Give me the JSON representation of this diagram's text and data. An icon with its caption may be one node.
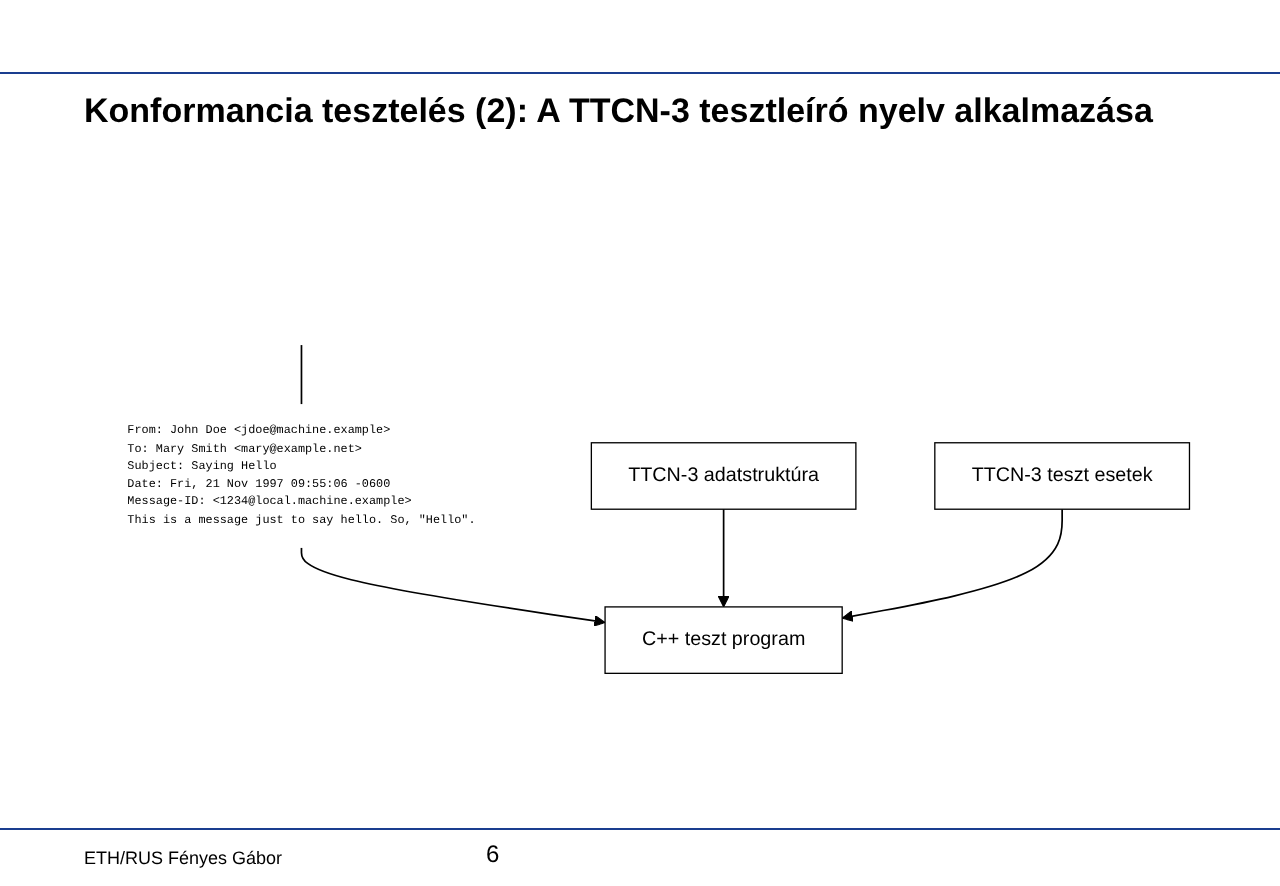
{
  "diagram": {
    "title": "Konformancia tesztelés (2): A TTCN-3 tesztleíró nyelv alkalmazása",
    "nodes": [
      {
        "text": [
          "From: John Doe <jdoe@machine.example>",
          "To: Mary Smith <mary@example.net>",
          "Subject: Saying Hello",
          "Date: Fri, 21 Nov 1997 09:55:06 -0600",
          "Message-ID: <1234@local.machine.example>",
          "This is a message just to say hello. So, \"Hello\"."
        ]
      },
      {
        "text": [
          "TTCN-3 adatstruktúra"
        ]
      },
      {
        "text": [
          "C++ teszt program"
        ]
      },
      {
        "text": [
          "TTCN-3 teszt esetek"
        ]
      }
    ],
    "edges": [
      {
        "from": null,
        "to": 0,
        "arrow": "none"
      },
      {
        "from": 0,
        "to": 2,
        "arrow": "to"
      },
      {
        "from": 1,
        "to": 2,
        "arrow": "to"
      },
      {
        "from": 3,
        "to": 2,
        "arrow": "to"
      }
    ],
    "labels": [
      "ETH/RUS Fényes Gábor",
      "6"
    ]
  }
}
